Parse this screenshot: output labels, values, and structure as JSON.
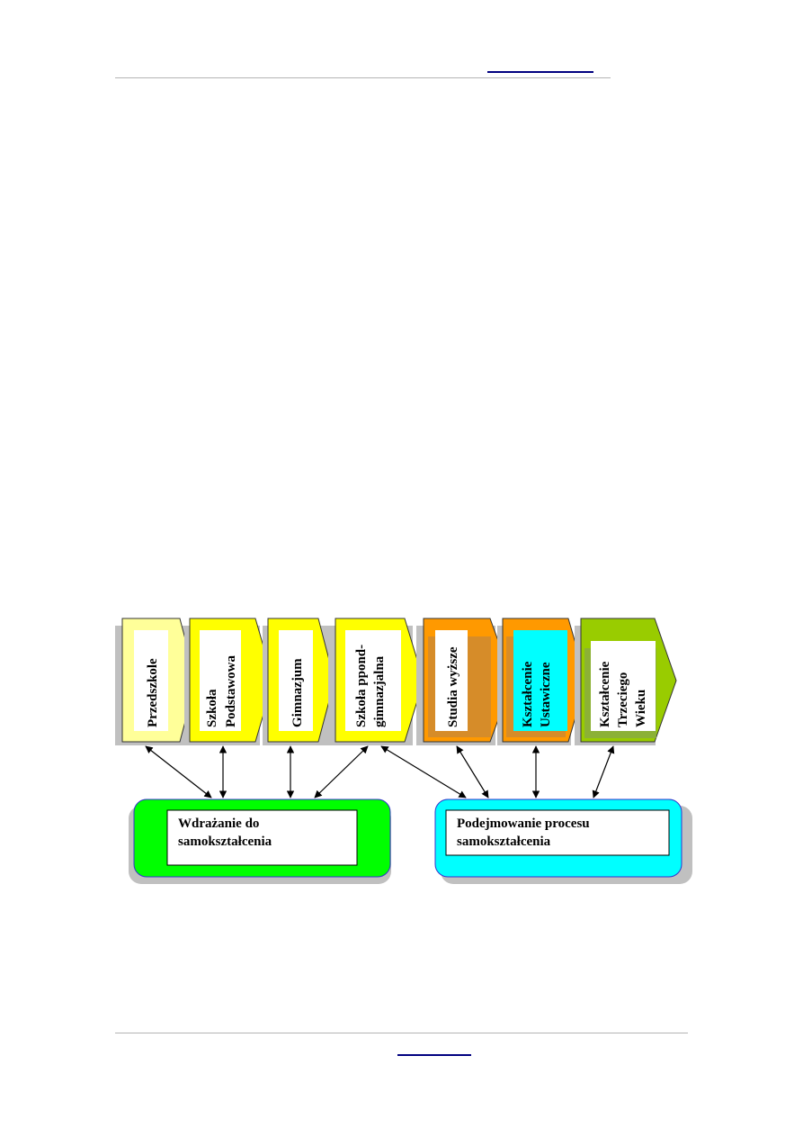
{
  "header": {
    "link_text": "",
    "rule_color": "#b4b4b4",
    "link_color": "#000080"
  },
  "footer": {
    "link_text": "",
    "rule_color": "#b4b4b4",
    "link_color": "#000080"
  },
  "diagram": {
    "stages": [
      {
        "id": "przedszkole",
        "lines": [
          "Przedszkole"
        ],
        "fill": "#ffff99",
        "inner_fill": "#ffffff"
      },
      {
        "id": "szkola-podstawowa",
        "lines": [
          "Szkoła",
          "Podstawowa"
        ],
        "fill": "#ffff00",
        "inner_fill": "#ffffff"
      },
      {
        "id": "gimnazjum",
        "lines": [
          "Gimnazjum"
        ],
        "fill": "#ffff00",
        "inner_fill": "#ffffff"
      },
      {
        "id": "szkola-ponadgimnazjalna",
        "lines": [
          "Szkoła ppond-",
          "gimnazjalna"
        ],
        "fill": "#ffff00",
        "inner_fill": "#ffffff"
      },
      {
        "id": "studia-wyzsze",
        "lines": [
          "Studia wyższe"
        ],
        "fill": "#ff9900",
        "inner_fill": "#ffffff"
      },
      {
        "id": "ksztalcenie-ustawiczne",
        "lines": [
          "Kształcenie",
          "Ustawiczne"
        ],
        "fill": "#ff9900",
        "inner_fill": "#00ffff"
      },
      {
        "id": "ksztalcenie-trzeciego-wieku",
        "lines": [
          "Kształcenie",
          "Trzeciego",
          "Wieku"
        ],
        "fill": "#99cc00",
        "inner_fill": "#ffffff"
      }
    ],
    "groups": [
      {
        "id": "wdrazanie",
        "lines": [
          "Wdrażanie do",
          "samokształcenia"
        ],
        "fill": "#00ff00"
      },
      {
        "id": "podejmowanie",
        "lines": [
          "Podejmowanie procesu",
          "samokształcenia"
        ],
        "fill": "#00ffff"
      }
    ],
    "colors": {
      "shadow": "#c0c0c0",
      "outline": "#333333",
      "arrow": "#000000",
      "group_border": "#3333cc"
    }
  }
}
